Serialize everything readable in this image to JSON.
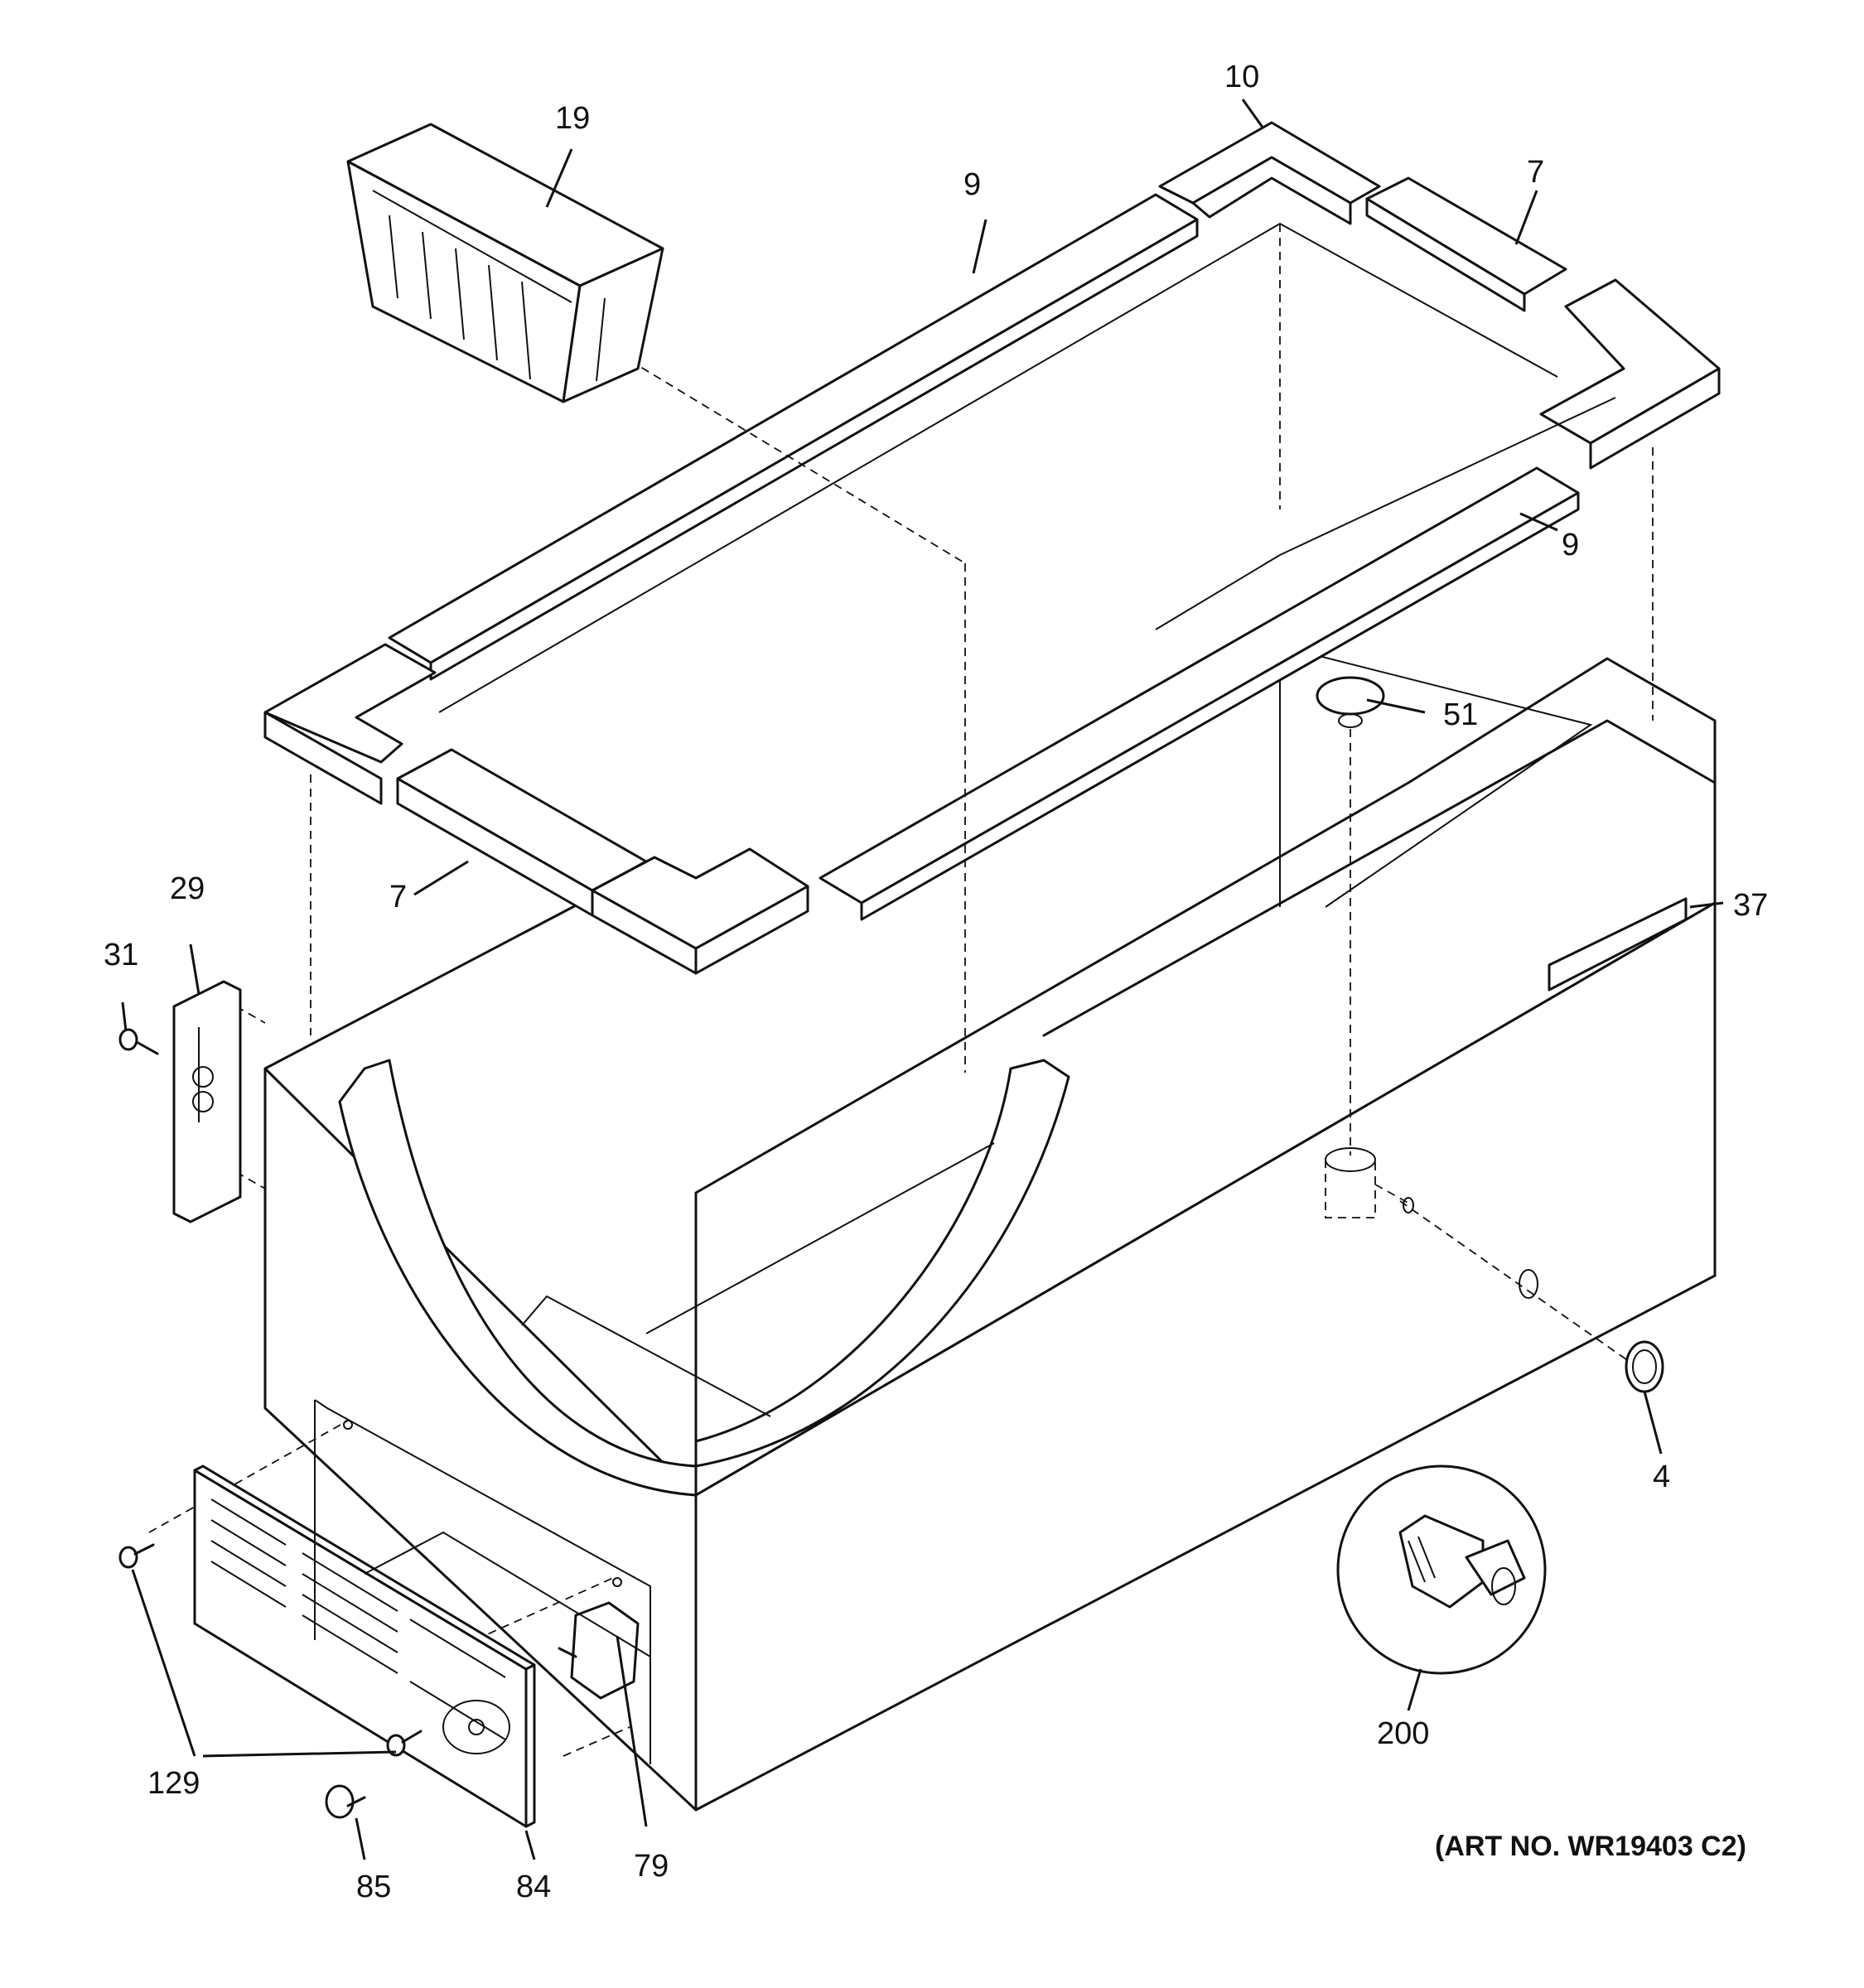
{
  "diagram": {
    "art_number": "(ART NO. WR19403 C2)",
    "callouts": [
      {
        "id": "c10",
        "text": "10"
      },
      {
        "id": "c19",
        "text": "19"
      },
      {
        "id": "c9a",
        "text": "9"
      },
      {
        "id": "c7a",
        "text": "7"
      },
      {
        "id": "c9b",
        "text": "9"
      },
      {
        "id": "c51",
        "text": "51"
      },
      {
        "id": "c7b",
        "text": "7"
      },
      {
        "id": "c37",
        "text": "37"
      },
      {
        "id": "c29",
        "text": "29"
      },
      {
        "id": "c31",
        "text": "31"
      },
      {
        "id": "c4",
        "text": "4"
      },
      {
        "id": "c200",
        "text": "200"
      },
      {
        "id": "c129",
        "text": "129"
      },
      {
        "id": "c85",
        "text": "85"
      },
      {
        "id": "c84",
        "text": "84"
      },
      {
        "id": "c79",
        "text": "79"
      }
    ]
  }
}
